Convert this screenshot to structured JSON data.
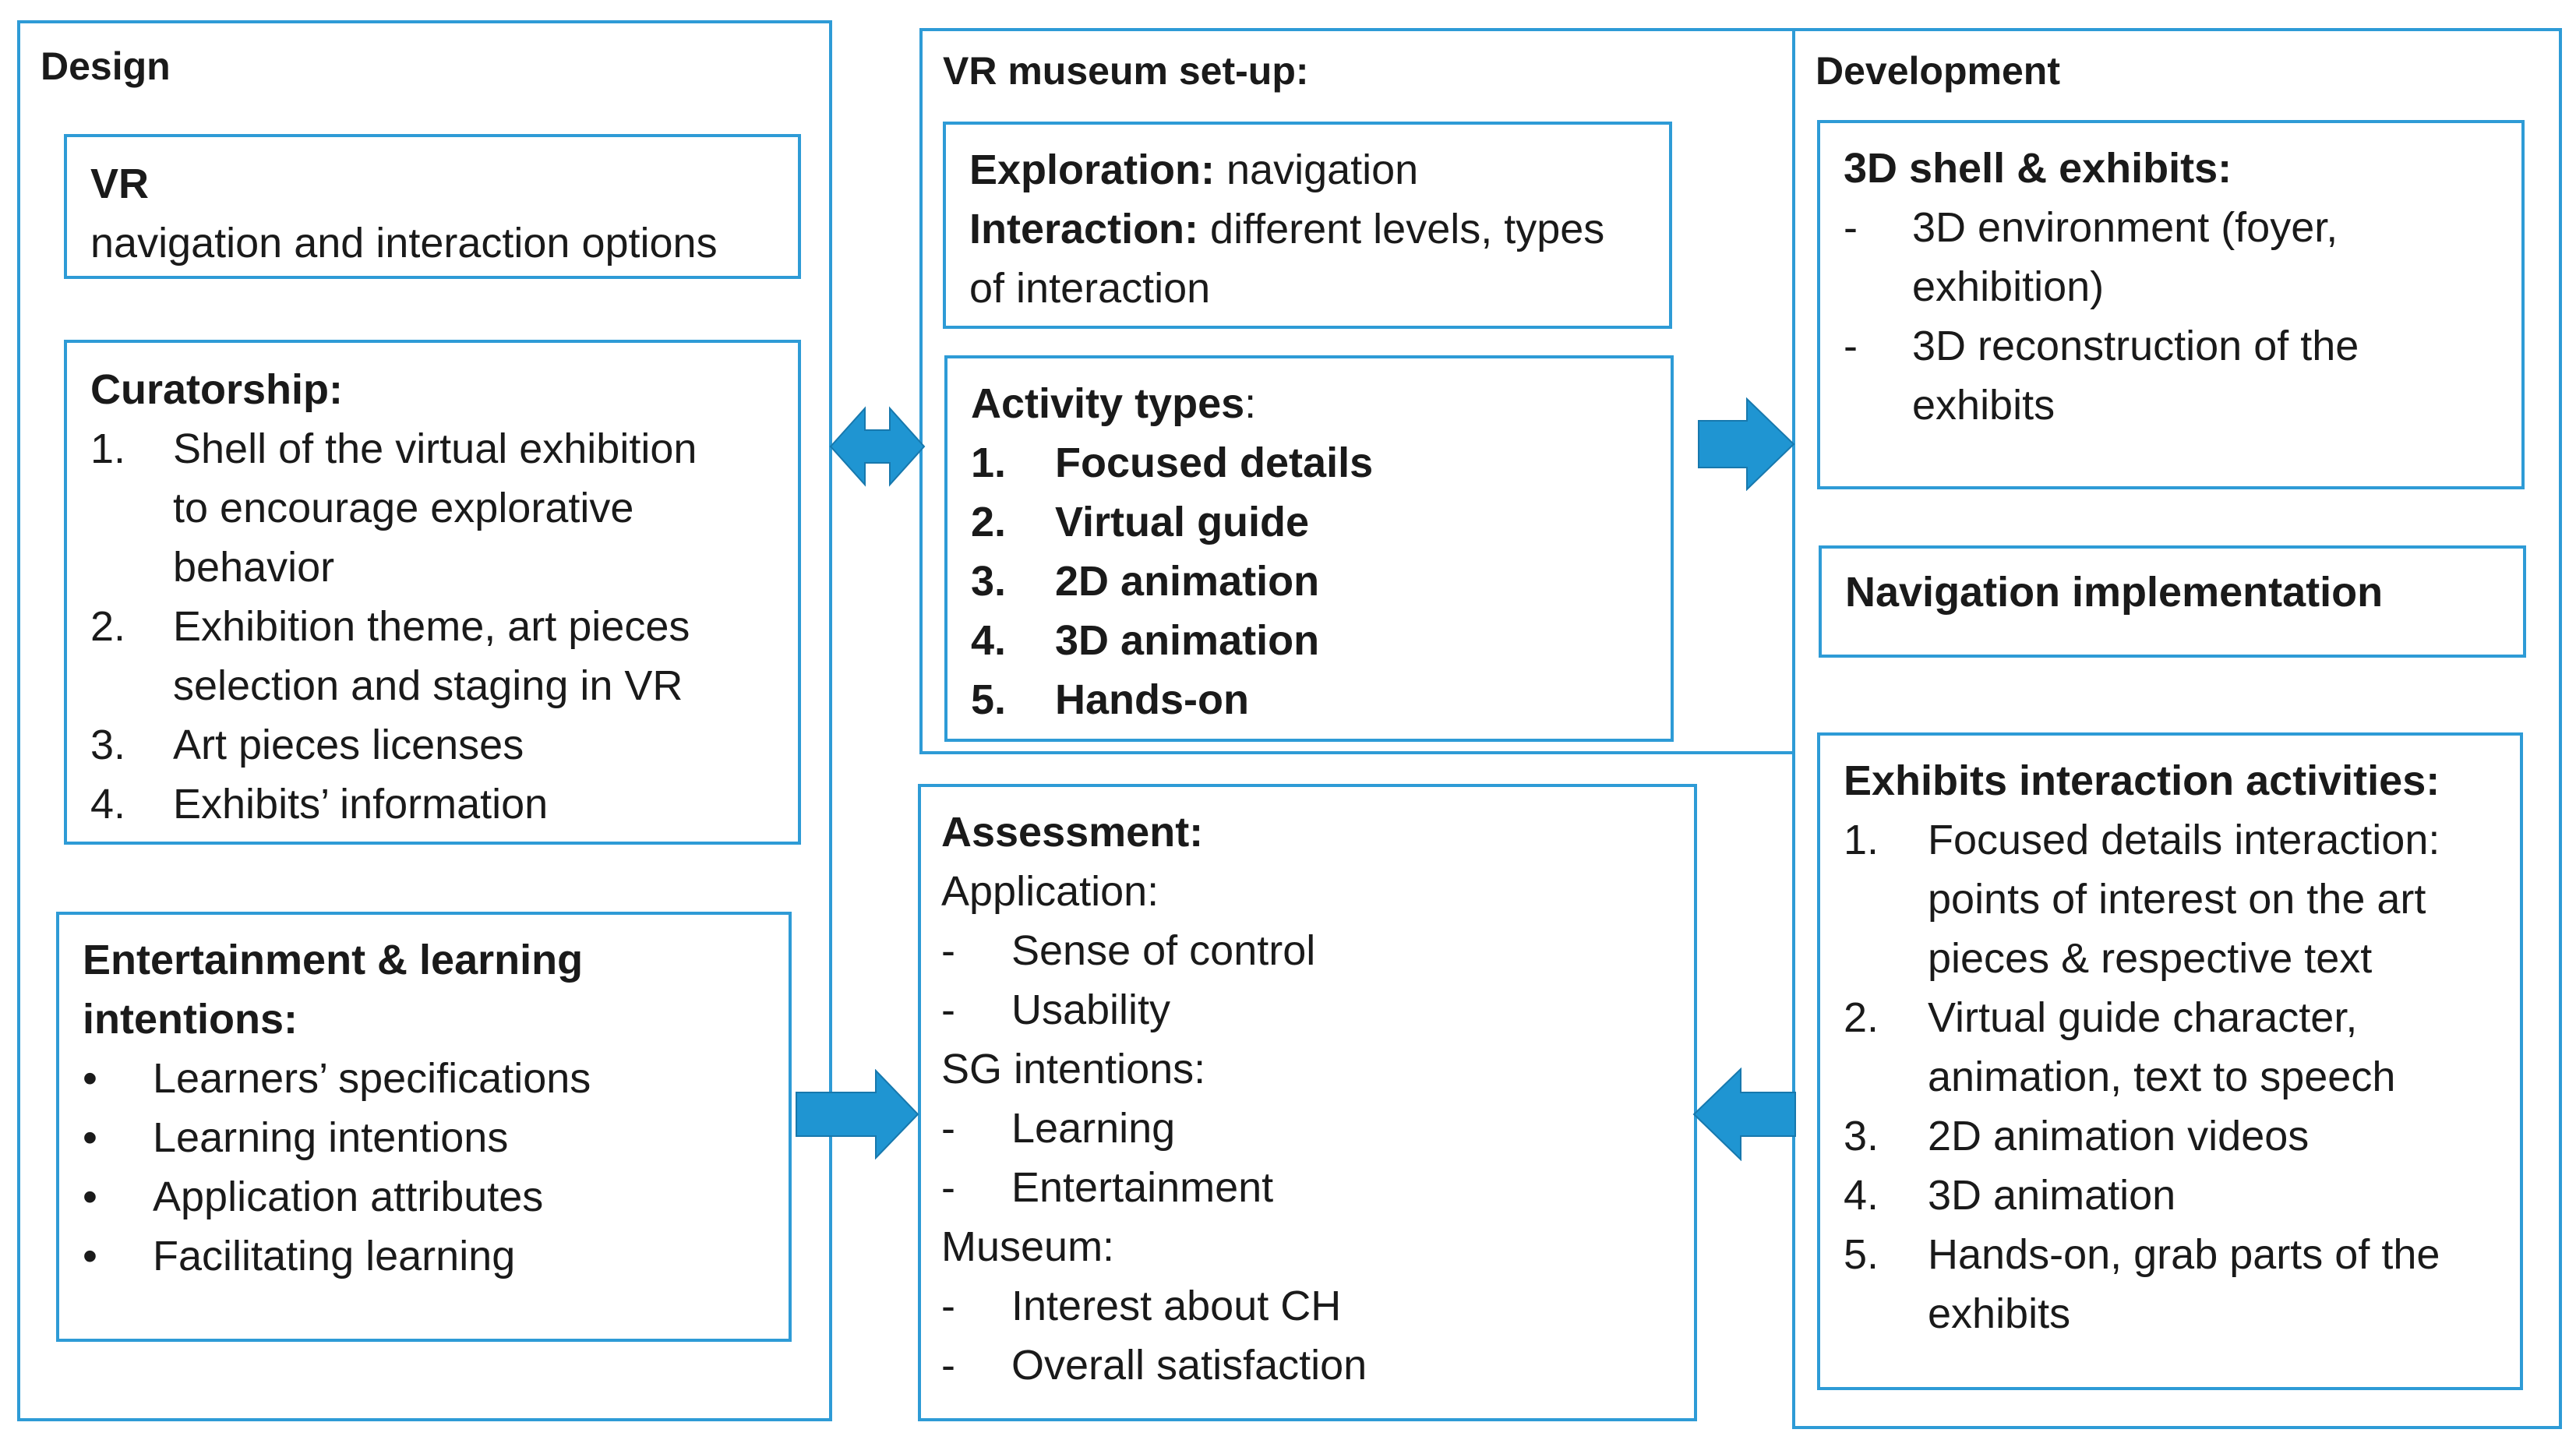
{
  "colors": {
    "border": "#2e9bd6",
    "arrow": "#1f95d2",
    "arrow_edge": "#1778ad"
  },
  "design": {
    "title": "Design",
    "vr": {
      "heading": "VR",
      "text": "navigation and interaction options"
    },
    "curatorship": {
      "heading": "Curatorship:",
      "items": [
        {
          "num": "1.",
          "lines": [
            "Shell of the virtual exhibition",
            "to encourage explorative",
            "behavior"
          ]
        },
        {
          "num": "2.",
          "lines": [
            "Exhibition theme, art pieces",
            "selection and staging in VR"
          ]
        },
        {
          "num": "3.",
          "lines": [
            "Art pieces licenses"
          ]
        },
        {
          "num": "4.",
          "lines": [
            "Exhibits’ information"
          ]
        }
      ]
    },
    "entertainment": {
      "heading_lines": [
        "Entertainment & learning",
        "intentions:"
      ],
      "bullet": "•",
      "items": [
        "Learners’ specifications",
        "Learning intentions",
        "Application attributes",
        "Facilitating learning"
      ]
    }
  },
  "setup": {
    "title": "VR museum set-up:",
    "exploration": {
      "label1": "Exploration:",
      "text1": " navigation",
      "label2": "Interaction:",
      "text2": " different levels, types",
      "text3": "of interaction"
    },
    "activity": {
      "label": "Activity types",
      "colon": ":",
      "items": [
        {
          "num": "1.",
          "text": "Focused details"
        },
        {
          "num": "2.",
          "text": "Virtual guide"
        },
        {
          "num": "3.",
          "text": "2D animation"
        },
        {
          "num": "4.",
          "text": "3D animation"
        },
        {
          "num": "5.",
          "text": "Hands-on"
        }
      ]
    }
  },
  "assessment": {
    "heading": "Assessment:",
    "dash": "-",
    "groups": [
      {
        "label": "Application:",
        "items": [
          "Sense of control",
          "Usability"
        ]
      },
      {
        "label": "SG intentions:",
        "items": [
          "Learning",
          "Entertainment"
        ]
      },
      {
        "label": "Museum:",
        "items": [
          "Interest about CH",
          "Overall satisfaction"
        ]
      }
    ]
  },
  "development": {
    "title": "Development",
    "shell": {
      "heading": "3D shell & exhibits:",
      "dash": "-",
      "items": [
        {
          "lines": [
            "3D environment (foyer,",
            "exhibition)"
          ]
        },
        {
          "lines": [
            "3D reconstruction of the",
            "exhibits"
          ]
        }
      ]
    },
    "navigation": {
      "heading": "Navigation implementation"
    },
    "interaction": {
      "heading": "Exhibits interaction activities:",
      "items": [
        {
          "num": "1.",
          "lines": [
            "Focused details interaction:",
            "points of interest on the art",
            "pieces & respective text"
          ]
        },
        {
          "num": "2.",
          "lines": [
            "Virtual guide character,",
            "animation, text to speech"
          ]
        },
        {
          "num": "3.",
          "lines": [
            "2D animation videos"
          ]
        },
        {
          "num": "4.",
          "lines": [
            "3D animation"
          ]
        },
        {
          "num": "5.",
          "lines": [
            "Hands-on, grab parts of the",
            "exhibits"
          ]
        }
      ]
    }
  }
}
